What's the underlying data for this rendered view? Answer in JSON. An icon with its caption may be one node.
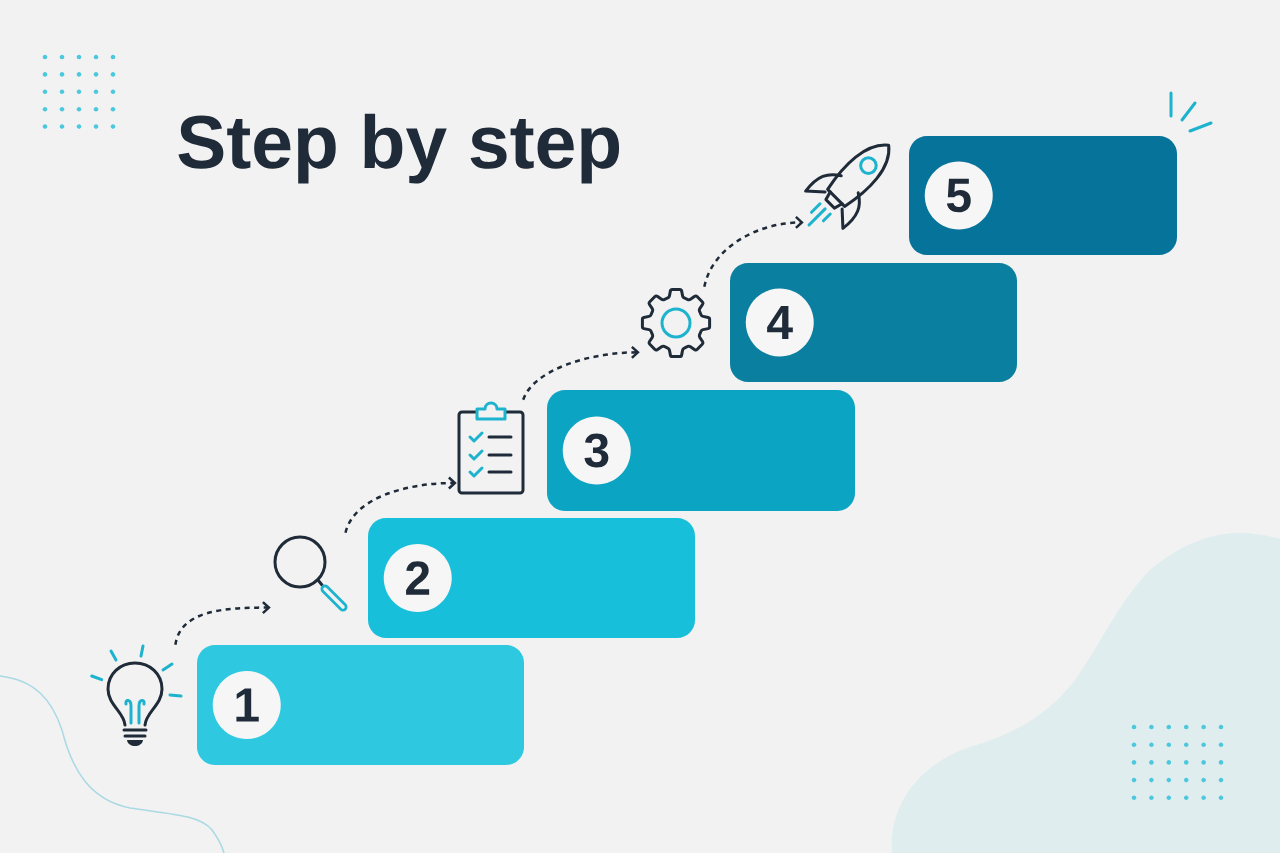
{
  "diagram": {
    "title": "Step by step",
    "nodes": [
      {
        "text": [],
        "shape": "picture"
      },
      {
        "text": [],
        "shape": "box"
      },
      {
        "text": [
          "1"
        ],
        "in": 1
      },
      {
        "text": [],
        "shape": "picture"
      },
      {
        "text": [],
        "shape": "box"
      },
      {
        "text": [
          "2"
        ],
        "in": 4
      },
      {
        "text": [],
        "shape": "picture"
      },
      {
        "text": [],
        "shape": "box"
      },
      {
        "text": [
          "3"
        ],
        "in": 7
      },
      {
        "text": [],
        "shape": "picture"
      },
      {
        "text": [],
        "shape": "box"
      },
      {
        "text": [
          "4"
        ],
        "in": 10
      },
      {
        "text": [],
        "shape": "picture"
      },
      {
        "text": [],
        "shape": "box"
      },
      {
        "text": [
          "5"
        ],
        "in": 13
      }
    ],
    "edges": [
      {
        "from": 0,
        "to": 3,
        "arrow": "to",
        "style": "dashed"
      },
      {
        "from": 3,
        "to": 6,
        "arrow": "to",
        "style": "dashed"
      },
      {
        "from": 6,
        "to": 9,
        "arrow": "to",
        "style": "dashed"
      },
      {
        "from": 9,
        "to": 12,
        "arrow": "to",
        "style": "dashed"
      }
    ]
  }
}
